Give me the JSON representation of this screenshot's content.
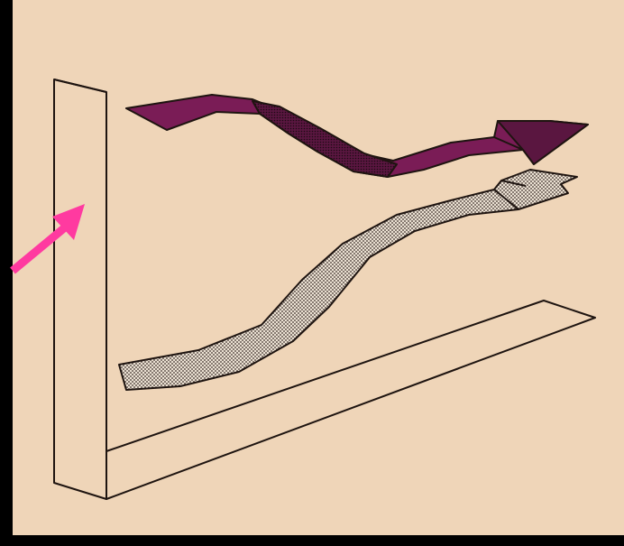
{
  "colors": {
    "background": "#000000",
    "paper": "#efd5b8",
    "ink": "#1e1410",
    "upper_arrow_fill": "#7a1c56",
    "lower_arrow_fill": "#e8ddd0",
    "pointer_arrow": "#ff3aa0"
  },
  "diagram": {
    "elements": [
      {
        "name": "vertical-axis-panel",
        "kind": "3d-bar"
      },
      {
        "name": "horizontal-axis-panel",
        "kind": "3d-bar"
      },
      {
        "name": "upper-ribbon-arrow",
        "kind": "ribbon-arrow",
        "fill": "solid-purple",
        "shape": "flat-dip-rise"
      },
      {
        "name": "lower-ribbon-arrow",
        "kind": "ribbon-arrow",
        "fill": "dotted",
        "shape": "rising"
      },
      {
        "name": "pointer-arrow",
        "kind": "arrow",
        "target": "vertical-axis-panel"
      }
    ]
  }
}
